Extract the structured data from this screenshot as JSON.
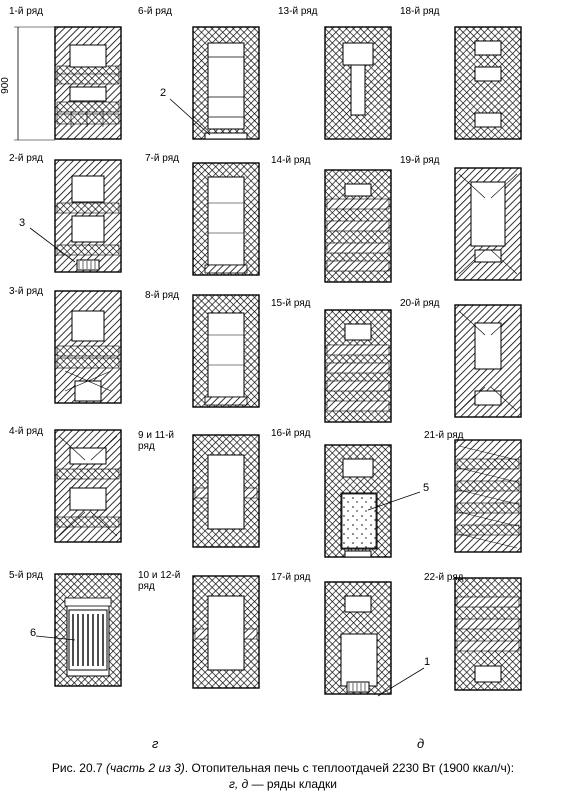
{
  "rows": [
    {
      "id": "r1",
      "label": "1-й ряд"
    },
    {
      "id": "r2",
      "label": "2-й ряд"
    },
    {
      "id": "r3",
      "label": "3-й ряд"
    },
    {
      "id": "r4",
      "label": "4-й ряд"
    },
    {
      "id": "r5",
      "label": "5-й ряд"
    },
    {
      "id": "r6",
      "label": "6-й ряд"
    },
    {
      "id": "r7",
      "label": "7-й ряд"
    },
    {
      "id": "r8",
      "label": "8-й ряд"
    },
    {
      "id": "r9",
      "label": "9 и 11-й ряд"
    },
    {
      "id": "r10",
      "label": "10 и 12-й ряд"
    },
    {
      "id": "r13",
      "label": "13-й ряд"
    },
    {
      "id": "r14",
      "label": "14-й ряд"
    },
    {
      "id": "r15",
      "label": "15-й ряд"
    },
    {
      "id": "r16",
      "label": "16-й ряд"
    },
    {
      "id": "r17",
      "label": "17-й ряд"
    },
    {
      "id": "r18",
      "label": "18-й ряд"
    },
    {
      "id": "r19",
      "label": "19-й ряд"
    },
    {
      "id": "r20",
      "label": "20-й ряд"
    },
    {
      "id": "r21",
      "label": "21-й ряд"
    },
    {
      "id": "r22",
      "label": "22-й ряд"
    }
  ],
  "dimension": "900",
  "callouts": [
    "1",
    "2",
    "3",
    "5",
    "6"
  ],
  "subfig": {
    "g": "г",
    "d": "д"
  },
  "caption": {
    "prefix": "Рис. 20.7 ",
    "part": "(часть 2 из 3)",
    "main": ". Отопительная печь с теплоотдачей 2230 Вт (1900 ккал/ч):",
    "line2_ital": "г, д",
    "line2_rest": " — ряды кладки"
  }
}
